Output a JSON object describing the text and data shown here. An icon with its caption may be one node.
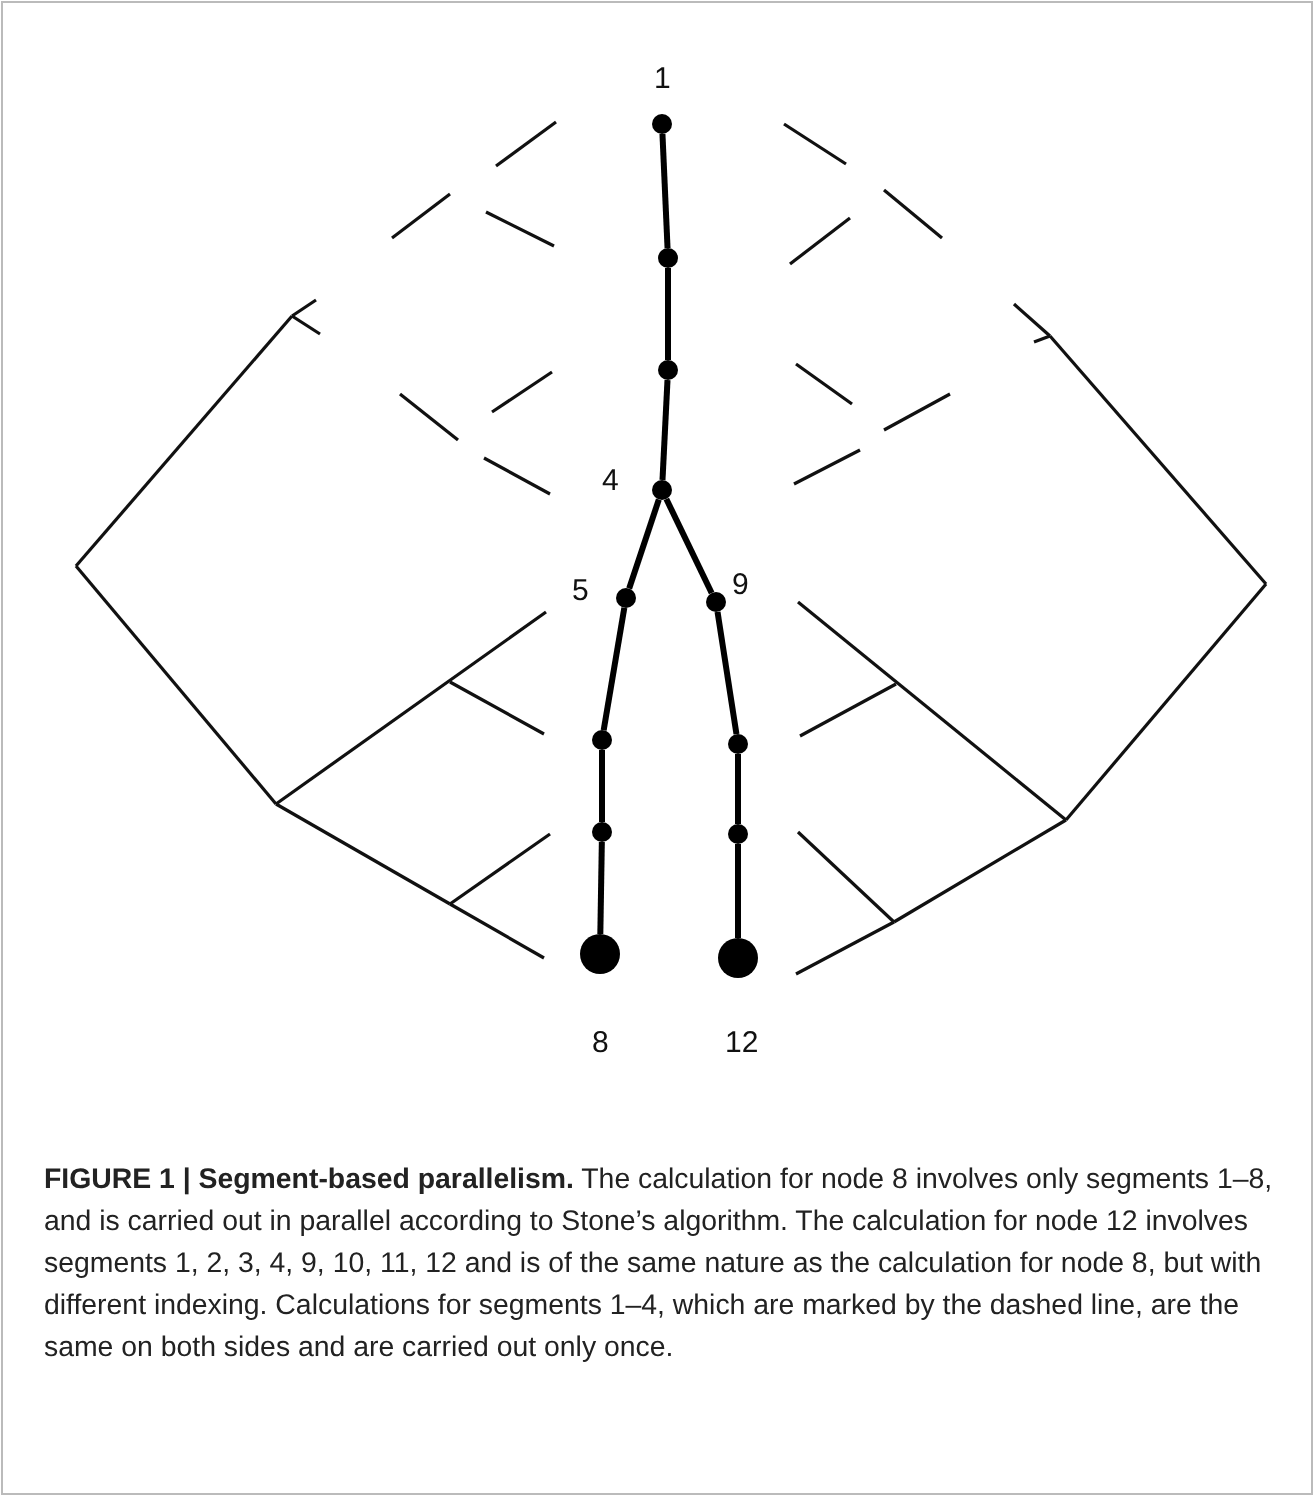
{
  "diagram": {
    "caption": "**FIGURE 1 | Segment-based parallelism.** The calculation for node 8 involves only segments 1–8, and is carried out in parallel according to Stone’s algorithm. The calculation for node 12 involves segments 1, 2, 3, 4, 9, 10, 11, 12 and is of the same nature as the calculation for node 8, but with different indexing. Calculations for segments 1–4, which are marked by the dashed line, are the same on both sides and are carried out only once.",
    "nodes": [
      {
        "text": [],
        "shape": "circle",
        "beside": [
          "1"
        ]
      },
      {
        "text": [],
        "shape": "circle"
      },
      {
        "text": [],
        "shape": "circle"
      },
      {
        "text": [],
        "shape": "circle",
        "beside": [
          "4"
        ]
      },
      {
        "text": [],
        "shape": "circle",
        "beside": [
          "5"
        ]
      },
      {
        "text": [],
        "shape": "circle"
      },
      {
        "text": [],
        "shape": "circle"
      },
      {
        "text": [],
        "shape": "circle",
        "beside": [
          "8"
        ]
      },
      {
        "text": [],
        "shape": "circle",
        "beside": [
          "9"
        ]
      },
      {
        "text": [],
        "shape": "circle"
      },
      {
        "text": [],
        "shape": "circle"
      },
      {
        "text": [],
        "shape": "circle",
        "beside": [
          "12"
        ]
      }
    ],
    "edges": [
      {
        "from": 0,
        "to": 1,
        "arrow": "none"
      },
      {
        "from": 1,
        "to": 2,
        "arrow": "none"
      },
      {
        "from": 2,
        "to": 3,
        "arrow": "none"
      },
      {
        "from": 3,
        "to": 4,
        "arrow": "none"
      },
      {
        "from": 4,
        "to": 5,
        "arrow": "none"
      },
      {
        "from": 5,
        "to": 6,
        "arrow": "none"
      },
      {
        "from": 6,
        "to": 7,
        "arrow": "none"
      },
      {
        "from": 3,
        "to": 8,
        "arrow": "none"
      },
      {
        "from": 8,
        "to": 9,
        "arrow": "none"
      },
      {
        "from": 9,
        "to": 10,
        "arrow": "none"
      },
      {
        "from": 10,
        "to": 11,
        "arrow": "none"
      }
    ]
  }
}
